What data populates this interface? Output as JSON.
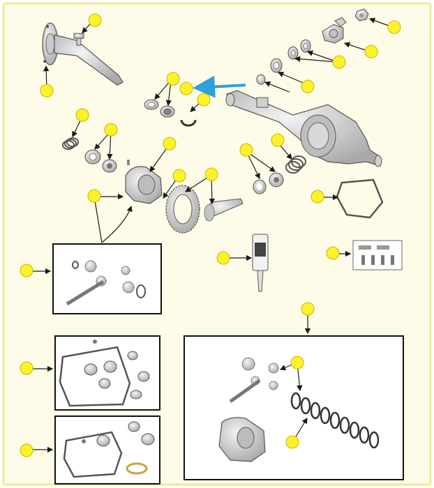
{
  "diagram": {
    "kind": "exploded-parts-diagram",
    "colors": {
      "page_background": "#fefce8",
      "page_border": "#eeeb9a",
      "callout_fill": "#fdf22a",
      "callout_stroke": "#c8b400",
      "leader_line": "#1a1a1a",
      "highlight_arrow": "#2ba2d9",
      "part_fill": "#d9d9d9",
      "part_stroke": "#555555",
      "box_stroke": "#111111"
    },
    "callouts": [
      {
        "id": "callout-bolt"
      },
      {
        "id": "callout-axle-shaft"
      },
      {
        "id": "callout-pinion-yoke-nut"
      },
      {
        "id": "callout-pinion-yoke"
      },
      {
        "id": "callout-pinion-bearings"
      },
      {
        "id": "callout-pinion-seal"
      },
      {
        "id": "callout-axle-bearing"
      },
      {
        "id": "callout-axle-seal"
      },
      {
        "id": "callout-c-clip"
      },
      {
        "id": "callout-shims"
      },
      {
        "id": "callout-carrier-bearings"
      },
      {
        "id": "callout-carrier-shims"
      },
      {
        "id": "callout-differential-case"
      },
      {
        "id": "callout-cross-pin-bolt"
      },
      {
        "id": "callout-ring-pinion-set"
      },
      {
        "id": "callout-crush-sleeve"
      },
      {
        "id": "callout-cover-gasket"
      },
      {
        "id": "callout-spider-gear-kit"
      },
      {
        "id": "callout-rtv-sealant"
      },
      {
        "id": "callout-bolt-kit"
      },
      {
        "id": "callout-limited-slip-kit"
      },
      {
        "id": "callout-limited-slip-clutches"
      },
      {
        "id": "callout-master-overhaul-kit"
      },
      {
        "id": "callout-bearing-kit"
      }
    ],
    "inset_boxes": [
      {
        "id": "inset-spider-gears"
      },
      {
        "id": "inset-master-overhaul-kit"
      },
      {
        "id": "inset-bearing-kit"
      },
      {
        "id": "inset-limited-slip"
      }
    ]
  }
}
